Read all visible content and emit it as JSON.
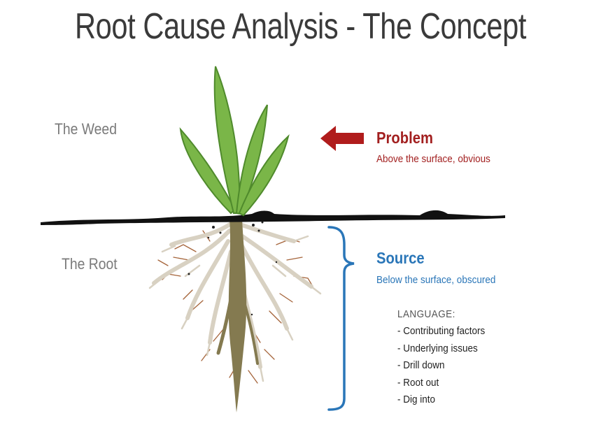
{
  "title": "Root Cause Analysis - The Concept",
  "left_labels": {
    "weed": "The Weed",
    "root": "The Root"
  },
  "problem": {
    "heading": "Problem",
    "description": "Above the surface, obvious",
    "color": "#a21f1f"
  },
  "source": {
    "heading": "Source",
    "description": "Below the surface, obscured",
    "color": "#2a76b8"
  },
  "language": {
    "title": "LANGUAGE:",
    "items": [
      "- Contributing factors",
      "- Underlying issues",
      "- Drill down",
      "- Root out",
      "- Dig into"
    ]
  },
  "colors": {
    "leaf": "#7ab648",
    "leaf_dark": "#4f8a2c",
    "root": "#847a50",
    "root_light": "#d8d1c2",
    "rootlet": "#a5643a",
    "soil": "#111111",
    "arrow": "#b01c1c",
    "brace": "#2a76b8"
  }
}
